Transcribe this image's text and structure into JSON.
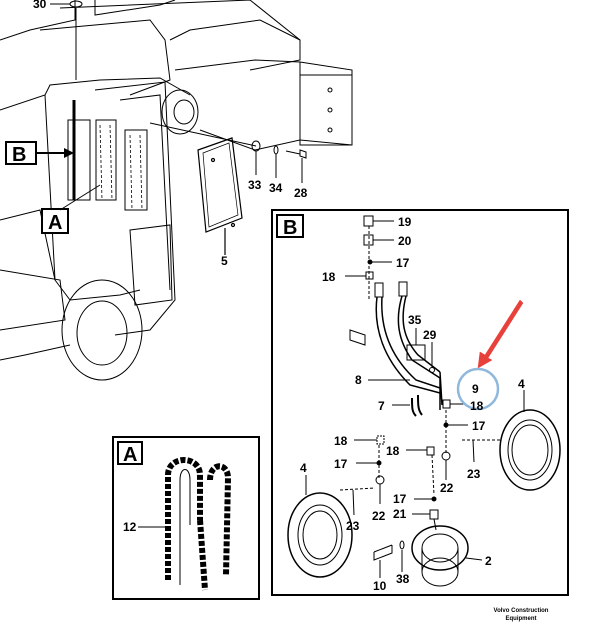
{
  "labels": {
    "top_30": "30",
    "view_b": "B",
    "view_a": "A",
    "n33": "33",
    "n34": "34",
    "n28": "28",
    "n5": "5",
    "inset_b_title": "B",
    "n19": "19",
    "n20": "20",
    "n17a": "17",
    "n18a": "18",
    "n35": "35",
    "n29": "29",
    "n8": "8",
    "n9": "9",
    "n7": "7",
    "n18b": "18",
    "n17b": "17",
    "n4a": "4",
    "n18c": "18",
    "n18d": "18",
    "n17c": "17",
    "n4b": "4",
    "n22a": "22",
    "n23a": "23",
    "n17d": "17",
    "n21": "21",
    "n23b": "23",
    "n22b": "22",
    "n2": "2",
    "n10": "10",
    "n38": "38",
    "inset_a_title": "A",
    "n12": "12"
  },
  "brand": {
    "line1": "Volvo Construction",
    "line2": "Equipment"
  },
  "colors": {
    "ink": "#000000",
    "arrow": "#e8403a",
    "highlight": "#8fb8dc",
    "paper": "#ffffff",
    "shade": "#e9e9e9"
  }
}
